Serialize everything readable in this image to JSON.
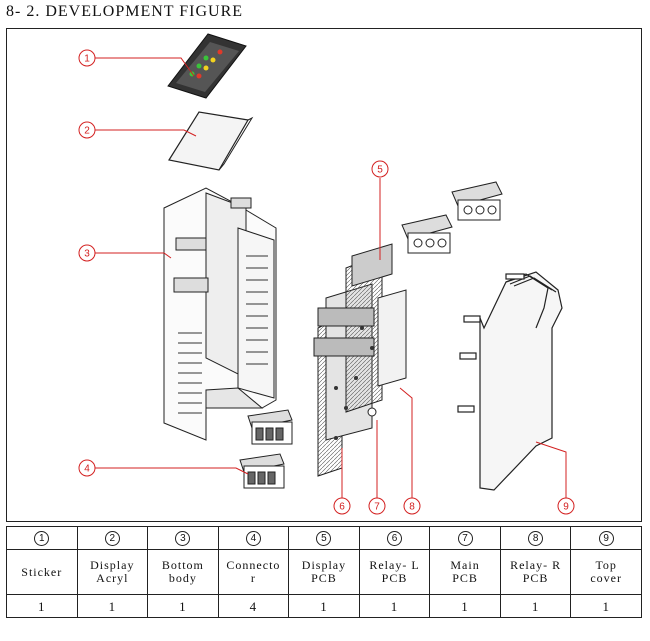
{
  "title": "8- 2. DEVELOPMENT FIGURE",
  "colors": {
    "callout": "#d32020",
    "line": "#222222",
    "led_green": "#3ac43a",
    "led_yellow": "#f2d21e",
    "led_red": "#e03a2a"
  },
  "callouts": [
    "1",
    "2",
    "3",
    "4",
    "5",
    "6",
    "7",
    "8",
    "9"
  ],
  "table": {
    "numbers": [
      "1",
      "2",
      "3",
      "4",
      "5",
      "6",
      "7",
      "8",
      "9"
    ],
    "names": [
      [
        "Sticker"
      ],
      [
        "Display",
        "Acryl"
      ],
      [
        "Bottom",
        "body"
      ],
      [
        "Connecto",
        "r"
      ],
      [
        "Display",
        "PCB"
      ],
      [
        "Relay- L",
        "PCB"
      ],
      [
        "Main",
        "PCB"
      ],
      [
        "Relay- R",
        "PCB"
      ],
      [
        "Top",
        "cover"
      ]
    ],
    "quantities": [
      "1",
      "1",
      "1",
      "4",
      "1",
      "1",
      "1",
      "1",
      "1"
    ]
  }
}
